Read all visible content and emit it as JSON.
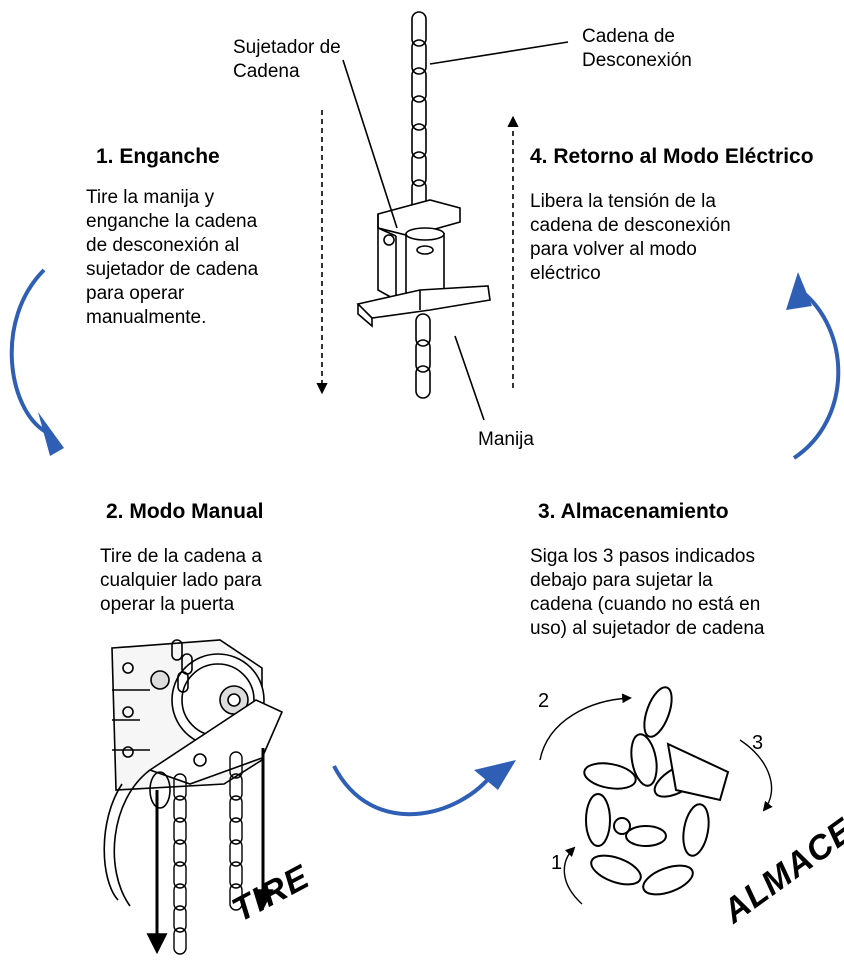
{
  "labels": {
    "sujetador": "Sujetador de\nCadena",
    "cadena_desconexion": "Cadena de\nDesconexión",
    "manija": "Manija"
  },
  "steps": [
    {
      "title": "1. Enganche",
      "body": "Tire la manija y\nenganche  la cadena\nde desconexión al\nsujetador de cadena\npara operar\nmanualmente."
    },
    {
      "title": "2. Modo Manual",
      "body": "Tire de la cadena a\ncualquier lado para\noperar la puerta"
    },
    {
      "title": "3. Almacenamiento",
      "body": "Siga los 3 pasos indicados\ndebajo para sujetar la\ncadena (cuando no está en\nuso) al sujetador de cadena"
    },
    {
      "title": "4. Retorno al Modo Eléctrico",
      "body": "Libera la tensión de la\ncadena de desconexión\npara volver al modo\neléctrico"
    }
  ],
  "stamps": {
    "tire": "TIRE",
    "almacene": "ALMACENE"
  },
  "storage_steps": [
    "1",
    "2",
    "3"
  ],
  "colors": {
    "flow_arrow": "#2f5fb4",
    "ink": "#000000"
  }
}
